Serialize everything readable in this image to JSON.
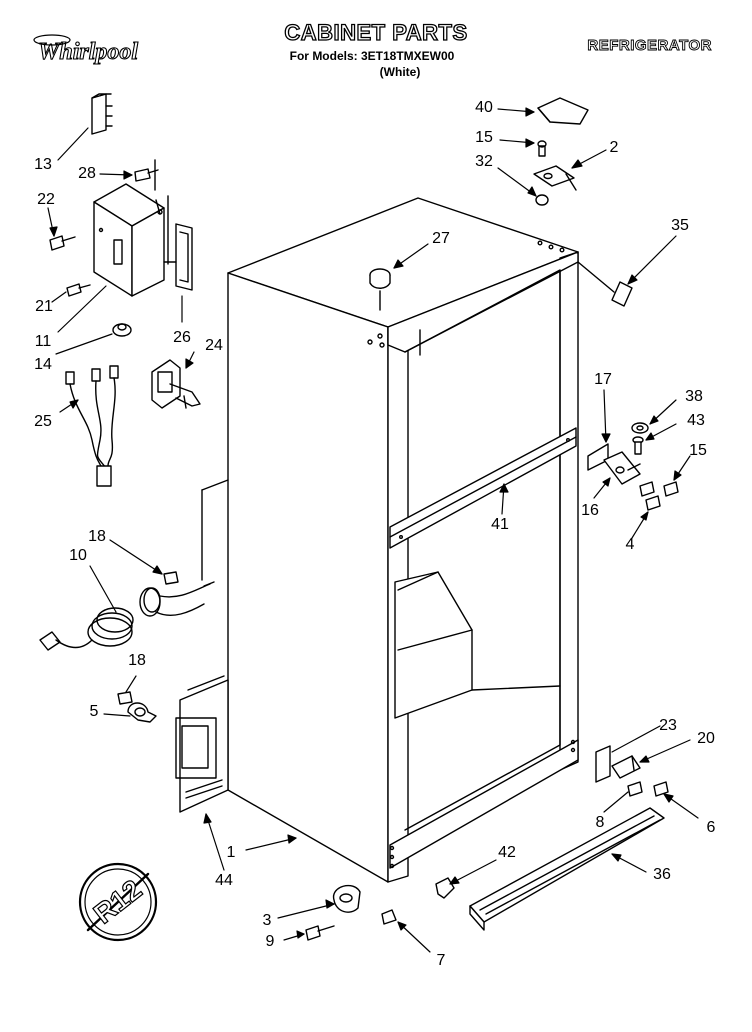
{
  "header": {
    "brand": "Whirlpool",
    "title": "CABINET PARTS",
    "models_line": "For Models: 3ET18TMXEW00",
    "color_line": "(White)",
    "category": "REFRIGERATOR"
  },
  "callouts": [
    "1",
    "2",
    "3",
    "4",
    "5",
    "6",
    "7",
    "8",
    "9",
    "10",
    "11",
    "13",
    "14",
    "15",
    "16",
    "17",
    "18",
    "20",
    "21",
    "22",
    "23",
    "24",
    "25",
    "26",
    "27",
    "28",
    "32",
    "35",
    "36",
    "38",
    "40",
    "41",
    "42",
    "43",
    "44"
  ],
  "callouts_repeated": [
    "15",
    "18"
  ],
  "badge": "R12"
}
